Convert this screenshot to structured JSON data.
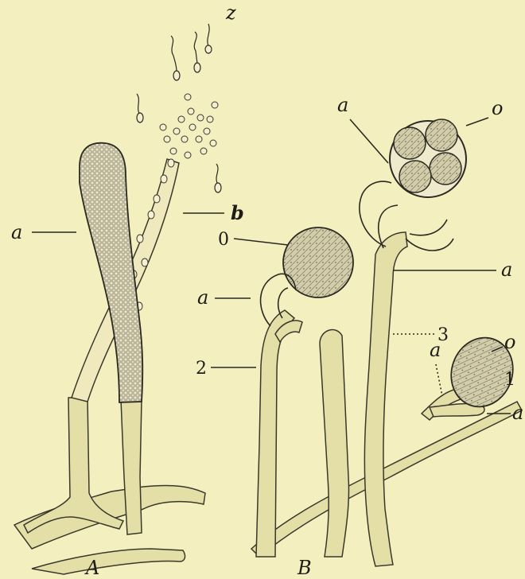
{
  "labels": {
    "z": "z",
    "A_a": "a",
    "A_b": "b",
    "B_a_top": "a",
    "B_o_top": "o",
    "B_0_left": "0",
    "B_a_right_mid": "a",
    "B_a_left": "a",
    "B_3": "3",
    "B_2": "2",
    "B_a_small": "a",
    "B_o_right": "o",
    "B_1": "1",
    "B_a_bottom_right": "a"
  },
  "captions": {
    "A": "A",
    "B": "B"
  }
}
